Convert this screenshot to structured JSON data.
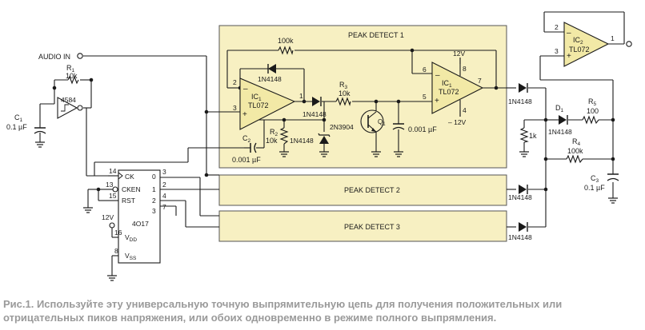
{
  "blocks": {
    "peak1": "PEAK DETECT 1",
    "peak2": "PEAK DETECT 2",
    "peak3": "PEAK DETECT 3"
  },
  "colors": {
    "block_fill": "#f7f0c2",
    "block_stroke": "#555555",
    "opamp_fill": "#f2e9a6",
    "wire": "#1a1a1a",
    "caption": "#9a9a9a"
  },
  "labels": {
    "audio_in": "AUDIO IN",
    "r1_name": "R",
    "r1_sub": "1",
    "r1_val": "10k",
    "gate": "4584",
    "c1_name": "C",
    "c1_sub": "1",
    "c1_val": "0.1 µF",
    "counter": {
      "ck": "CK",
      "cken": "CKEN",
      "rst": "RST",
      "vdd": "V",
      "vdd_sub": "DD",
      "vss": "V",
      "vss_sub": "SS",
      "part": "4O17",
      "pin14": "14",
      "pin13": "13",
      "pin15": "15",
      "pin16": "16",
      "pin8": "8",
      "pin3": "3",
      "pin2": "2",
      "pin4": "4",
      "pin7": "7",
      "q0": "0",
      "q1": "1",
      "q2": "2",
      "q3": "3",
      "supply": "12V"
    },
    "pd1": {
      "r_fb": "100k",
      "d_top": "1N4148",
      "ic1a_name": "IC",
      "ic1a_sub": "1",
      "ic1a_part": "TL072",
      "pin2": "2",
      "pin3": "3",
      "pin1": "1",
      "d_mid": "1N4148",
      "r3_name": "R",
      "r3_sub": "3",
      "r3_val": "10k",
      "r2_name": "R",
      "r2_sub": "2",
      "r2_val": "10k",
      "c2_name": "C",
      "c2_sub": "2",
      "c2_val": "0.001 µF",
      "zener": "1N4148",
      "q1_name": "Q",
      "q1_sub": "1",
      "q1_part": "2N3904",
      "c_hold": "0.001 µF",
      "ic1b_name": "IC",
      "ic1b_sub": "1",
      "ic1b_part": "TL072",
      "pin6": "6",
      "pin5": "5",
      "pin7": "7",
      "pin8": "8",
      "pin4": "4",
      "vpos": "12V",
      "vneg": "– 12V"
    },
    "out": {
      "d_out1": "1N4148",
      "r_1k": "1k",
      "d1_name": "D",
      "d1_sub": "1",
      "d1_part": "1N4148",
      "r5_name": "R",
      "r5_sub": "5",
      "r5_val": "100",
      "r4_name": "R",
      "r4_sub": "4",
      "r4_val": "100k",
      "c3_name": "C",
      "c3_sub": "3",
      "c3_val": "0.1 µF",
      "d_out2": "1N4148",
      "d_out3": "1N4148",
      "ic2_name": "IC",
      "ic2_sub": "2",
      "ic2_part": "TL072",
      "pin2": "2",
      "pin3": "3",
      "pin1": "1"
    },
    "minus": "–",
    "plus": "+"
  },
  "caption": "Рис.1. Используйте эту универсальную точную выпрямительную цепь для получения положительных или отрицательных пиков напряжения, или обоих одновременно в режиме полного выпрямления."
}
